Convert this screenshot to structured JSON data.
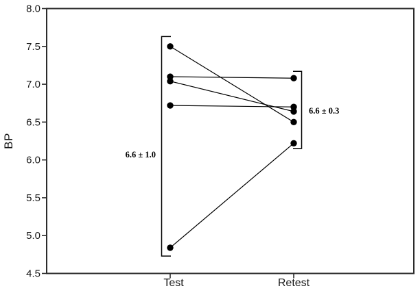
{
  "chart_data": {
    "type": "line",
    "subtype": "paired-test-retest-plot",
    "title": "",
    "xlabel": "",
    "ylabel": "BP",
    "categories": [
      "Test",
      "Retest"
    ],
    "pairs": [
      [
        7.5,
        6.5
      ],
      [
        7.1,
        7.08
      ],
      [
        7.04,
        6.64
      ],
      [
        6.72,
        6.7
      ],
      [
        4.84,
        6.22
      ]
    ],
    "ylim": [
      4.5,
      8.0
    ],
    "yticks": [
      8.0,
      7.5,
      7.0,
      6.5,
      6.0,
      5.5,
      5.0,
      4.5
    ],
    "ytick_labels": [
      "8.0",
      "7.5",
      "7.0",
      "6.5",
      "6.0",
      "5.5",
      "5.0",
      "4.5"
    ],
    "grid": false,
    "legend": false,
    "marker": "filled-circle",
    "annotations": [
      {
        "text": "6.6 ± 1.0",
        "category": "Test",
        "side": "left",
        "y": 6.07
      },
      {
        "text": "6.6 ± 0.3",
        "category": "Retest",
        "side": "right",
        "y": 6.65
      }
    ],
    "brackets": [
      {
        "category": "Test",
        "from": 4.73,
        "to": 7.63,
        "caps_point": "right"
      },
      {
        "category": "Retest",
        "from": 6.15,
        "to": 7.17,
        "caps_point": "left"
      }
    ],
    "colors": {
      "line": "#000000",
      "marker": "#000000",
      "frame": "#2b2b2b",
      "text": "#1a1a1a",
      "background": "#ffffff"
    }
  }
}
